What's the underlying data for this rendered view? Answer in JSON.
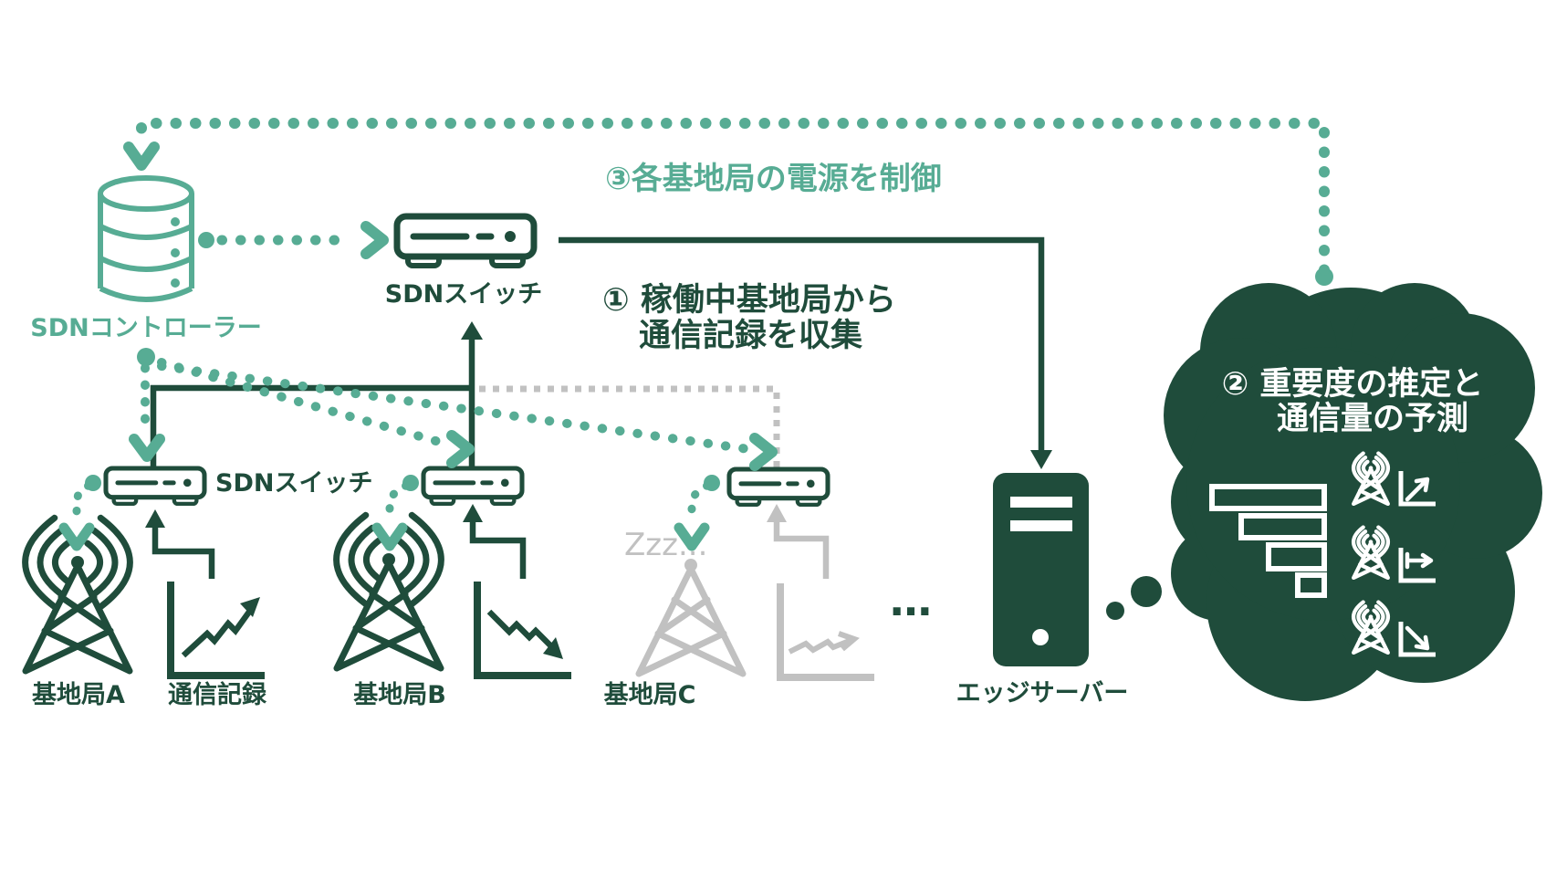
{
  "colors": {
    "teal": "#57AC94",
    "dark_green": "#1F4C3B",
    "inactive_gray": "#C1C1C1",
    "background": "#FFFFFF"
  },
  "controller": {
    "label": "SDNコントローラー"
  },
  "main_switch": {
    "label": "SDNスイッチ"
  },
  "steps": {
    "step1_line1": "① 稼働中基地局から",
    "step1_line2": "通信記録を収集",
    "step2_line1": "② 重要度の推定と",
    "step2_line2": "通信量の予測",
    "step3": "③各基地局の電源を制御"
  },
  "stations": {
    "a": {
      "label": "基地局A",
      "record_label": "通信記録",
      "switch_label": "SDNスイッチ",
      "status": "active",
      "traffic_trend": "increasing"
    },
    "b": {
      "label": "基地局B",
      "status": "active",
      "traffic_trend": "decreasing"
    },
    "c": {
      "label": "基地局C",
      "status": "sleeping",
      "sleep_text": "Zzz...",
      "traffic_trend": "flat"
    }
  },
  "edge_server": {
    "label": "エッジサーバー"
  },
  "more_stations_ellipsis": "…"
}
